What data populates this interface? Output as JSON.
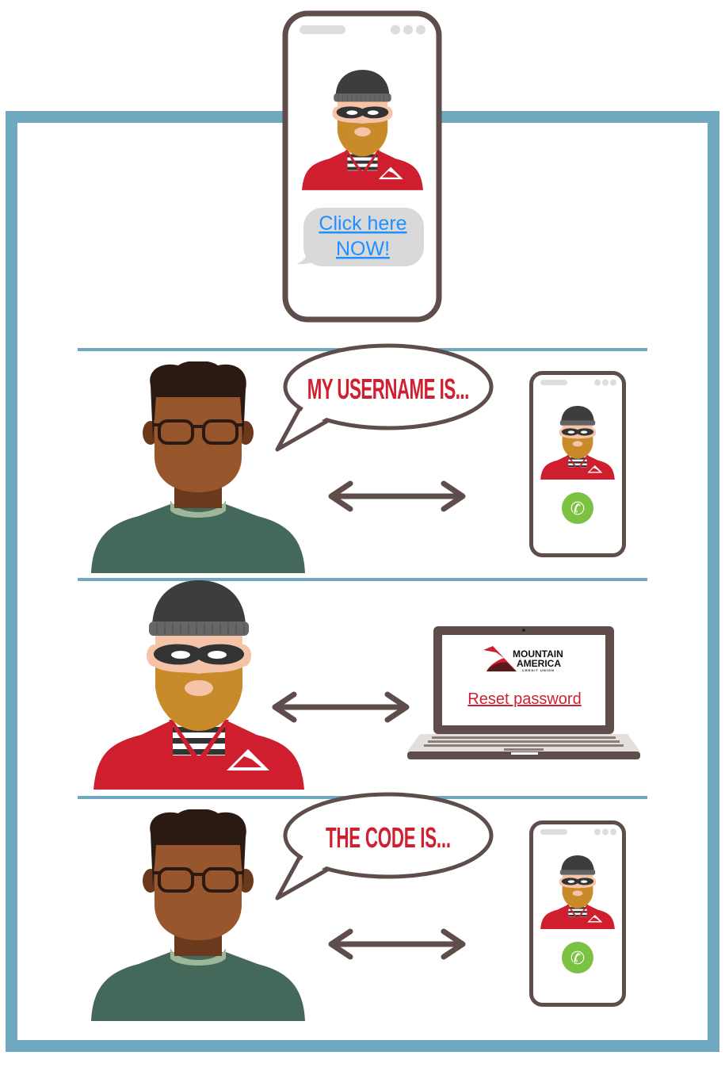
{
  "colors": {
    "frame": "#6fa8bf",
    "outline": "#5e4d4a",
    "brand_red": "#d01f2e",
    "link_blue": "#1e90ff",
    "call_green": "#7cc242",
    "sweater": "#44695a"
  },
  "phone_message": {
    "line1": "Click here",
    "line2": "NOW!"
  },
  "scene1": {
    "speech": "MY USERNAME IS...",
    "device": "phone",
    "call_icon": "phone-call-icon"
  },
  "scene2": {
    "logo": {
      "line1": "MOUNTAIN",
      "line2": "AMERICA",
      "line3": "CREDIT UNION"
    },
    "link": "Reset password",
    "device": "laptop"
  },
  "scene3": {
    "speech": "THE CODE IS...",
    "device": "phone",
    "call_icon": "phone-call-icon"
  }
}
